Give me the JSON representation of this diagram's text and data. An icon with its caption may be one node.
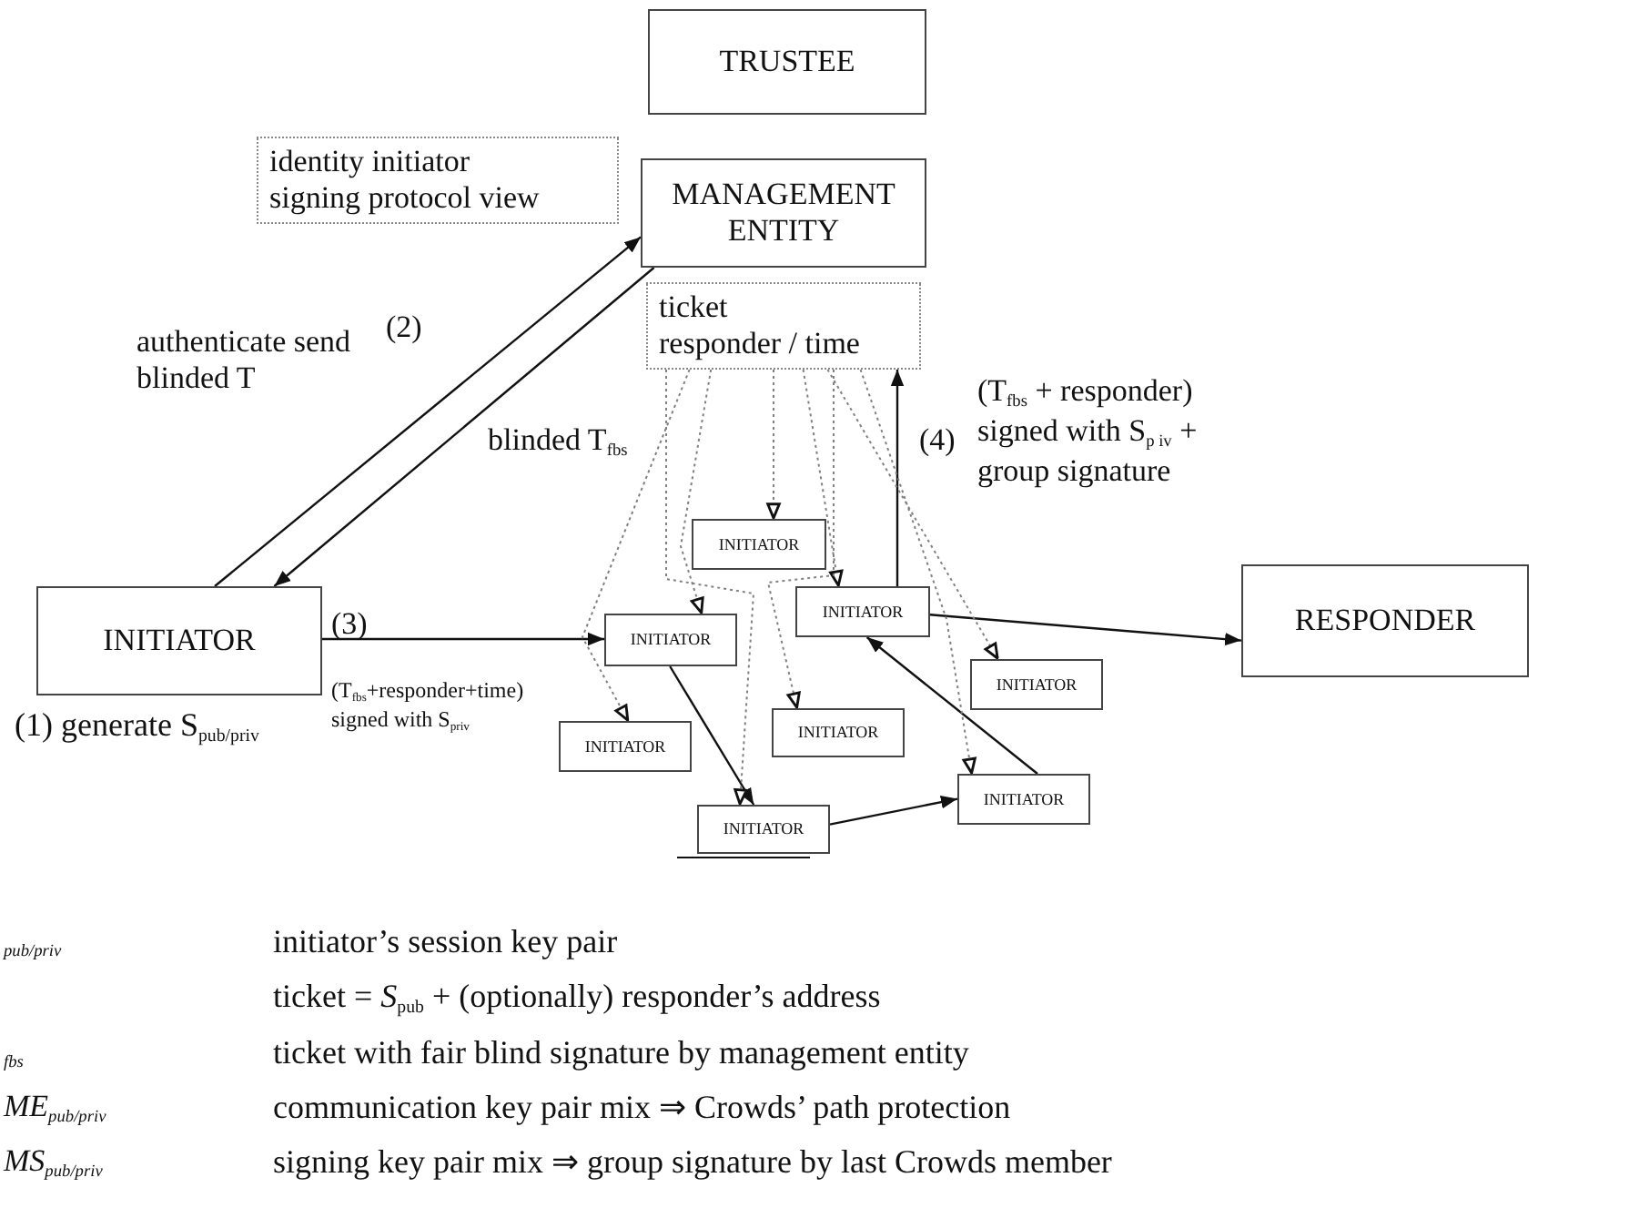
{
  "diagram": {
    "nodes": [
      {
        "text": [
          "TRUSTEE"
        ]
      },
      {
        "text": [
          "identity initiator",
          "signing protocol view"
        ]
      },
      {
        "text": [
          "MANAGEMENT ENTITY"
        ]
      },
      {
        "text": [
          "ticket",
          "responder / time"
        ]
      },
      {
        "text": [
          "INITIATOR"
        ],
        "beside": [
          "(1) generate S$_{pub/priv}$"
        ]
      },
      {
        "text": [
          "RESPONDER"
        ]
      },
      {
        "text": [
          "INITIATOR"
        ]
      },
      {
        "text": [
          "INITIATOR"
        ]
      },
      {
        "text": [
          "INITIATOR"
        ]
      },
      {
        "text": [
          "INITIATOR"
        ]
      },
      {
        "text": [
          "INITIATOR"
        ]
      },
      {
        "text": [
          "INITIATOR"
        ]
      },
      {
        "text": [
          "INITIATOR"
        ]
      },
      {
        "text": [
          "INITIATOR"
        ]
      }
    ],
    "edges": [
      {
        "from": 4,
        "to": 2,
        "arrow": "to",
        "label": "authenticate send blinded T"
      },
      {
        "from": 2,
        "to": 4,
        "arrow": "to",
        "label": "blinded T$_{fbs}$"
      },
      {
        "from": 4,
        "to": 7,
        "arrow": "to",
        "label": "(T$_{fbs}$+responder+time) signed with S$_{priv}$"
      },
      {
        "from": 8,
        "to": 3,
        "arrow": "to",
        "label": "(T$_{fbs}$ + responder) signed with S$_{p iv}$ + group signature"
      },
      {
        "from": 7,
        "to": 12,
        "arrow": "to"
      },
      {
        "from": 12,
        "to": 13,
        "arrow": "to"
      },
      {
        "from": 13,
        "to": 8,
        "arrow": "to"
      },
      {
        "from": 8,
        "to": 5,
        "arrow": "to"
      },
      {
        "from": 3,
        "to": 6,
        "arrow": "to",
        "style": "dashed",
        "color": "#808080"
      },
      {
        "from": 3,
        "to": 7,
        "arrow": "to",
        "style": "dashed",
        "color": "#808080"
      },
      {
        "from": 3,
        "to": 8,
        "arrow": "to",
        "style": "dashed",
        "color": "#808080"
      },
      {
        "from": 3,
        "to": 9,
        "arrow": "to",
        "style": "dashed",
        "color": "#808080"
      },
      {
        "from": 3,
        "to": 10,
        "arrow": "to",
        "style": "dashed",
        "color": "#808080"
      },
      {
        "from": 3,
        "to": 11,
        "arrow": "to",
        "style": "dashed",
        "color": "#808080"
      },
      {
        "from": 3,
        "to": 12,
        "arrow": "to",
        "style": "dashed",
        "color": "#808080"
      },
      {
        "from": 3,
        "to": 13,
        "arrow": "to",
        "style": "dashed",
        "color": "#808080"
      }
    ],
    "labels": [
      "(2)",
      "(3)",
      "(4)",
      "$_{pub/priv}$",
      "initiator’s session key pair",
      "ticket = *S*$_{pub}$ + (optionally) responder’s address",
      "$_{fbs}$",
      "ticket with fair blind signature by management entity",
      "ME$_{pub/priv}$",
      "communication key pair mix ⇒ Crowds’ path protection",
      "MS$_{pub/priv}$",
      "signing key pair mix ⇒ group signature by last Crowds member"
    ]
  }
}
